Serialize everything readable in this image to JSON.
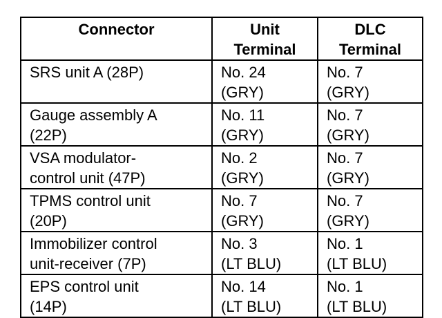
{
  "table": {
    "headers": [
      {
        "lines": [
          "Connector"
        ]
      },
      {
        "lines": [
          "Unit",
          "Terminal"
        ]
      },
      {
        "lines": [
          "DLC",
          "Terminal"
        ]
      }
    ],
    "rows": [
      {
        "connector": [
          "SRS unit A (28P)"
        ],
        "unit_terminal": [
          "No. 24",
          "(GRY)"
        ],
        "dlc_terminal": [
          "No. 7",
          "(GRY)"
        ]
      },
      {
        "connector": [
          "Gauge assembly A",
          "(22P)"
        ],
        "unit_terminal": [
          "No. 11",
          "(GRY)"
        ],
        "dlc_terminal": [
          "No. 7",
          "(GRY)"
        ]
      },
      {
        "connector": [
          "VSA modulator-",
          "control unit (47P)"
        ],
        "unit_terminal": [
          "No. 2",
          "(GRY)"
        ],
        "dlc_terminal": [
          "No. 7",
          "(GRY)"
        ]
      },
      {
        "connector": [
          "TPMS control unit",
          "(20P)"
        ],
        "unit_terminal": [
          "No. 7",
          "(GRY)"
        ],
        "dlc_terminal": [
          "No. 7",
          "(GRY)"
        ]
      },
      {
        "connector": [
          "Immobilizer control",
          "unit-receiver (7P)"
        ],
        "unit_terminal": [
          "No. 3",
          "(LT BLU)"
        ],
        "dlc_terminal": [
          "No. 1",
          "(LT BLU)"
        ]
      },
      {
        "connector": [
          "EPS control unit",
          "(14P)"
        ],
        "unit_terminal": [
          "No. 14",
          "(LT BLU)"
        ],
        "dlc_terminal": [
          "No. 1",
          "(LT BLU)"
        ]
      }
    ]
  }
}
